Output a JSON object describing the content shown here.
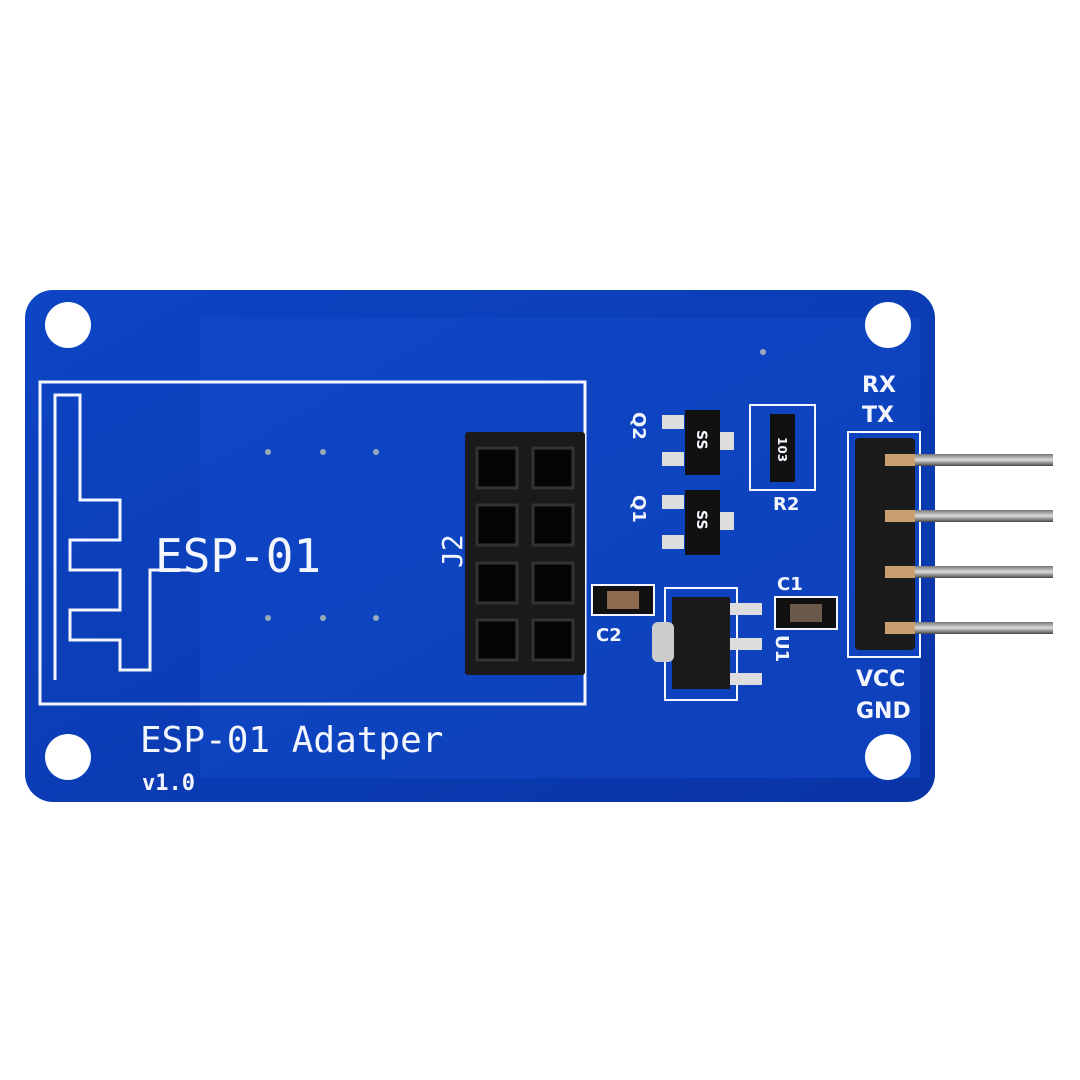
{
  "board": {
    "module_label": "ESP-01",
    "title": "ESP-01 Adatper",
    "version": "v1.0",
    "socket_label": "J2",
    "components": {
      "q1": "Q1",
      "q2": "Q2",
      "transistor_marking": "SS",
      "r2": "R2",
      "resistor_marking": "103",
      "c1": "C1",
      "c2": "C2",
      "u1": "U1"
    },
    "pins": [
      "RX",
      "TX",
      "VCC",
      "GND"
    ]
  },
  "colors": {
    "pcb": "#0b3cb5",
    "pcb_light": "#1a4fd0",
    "silkscreen": "#f4f6ff",
    "header": "#1a1a1a"
  }
}
